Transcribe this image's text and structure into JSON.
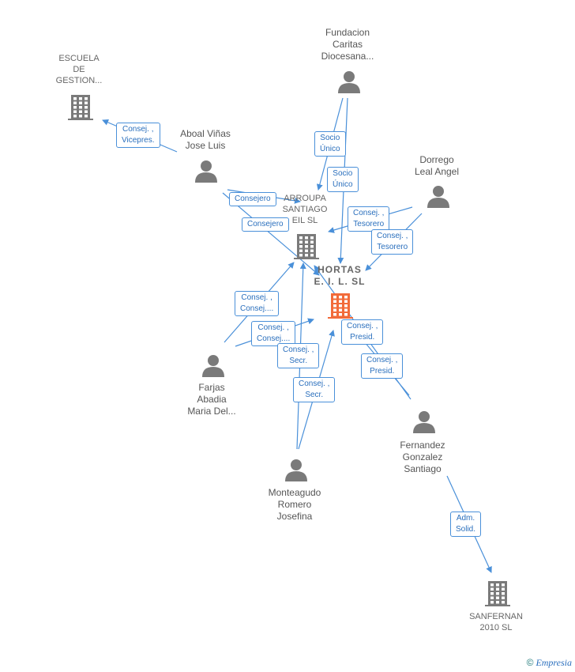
{
  "nodes": {
    "escuela": {
      "lines": [
        "ESCUELA",
        "DE",
        "GESTION..."
      ],
      "type": "company"
    },
    "fundacion": {
      "lines": [
        "Fundacion",
        "Caritas",
        "Diocesana..."
      ],
      "type": "person"
    },
    "aboal": {
      "lines": [
        "Aboal Viñas",
        "Jose Luis"
      ],
      "type": "person"
    },
    "dorrego": {
      "lines": [
        "Dorrego",
        "Leal Angel"
      ],
      "type": "person"
    },
    "arroupa": {
      "lines": [
        "ARROUPA",
        "SANTIAGO",
        "EIL  SL"
      ],
      "type": "company"
    },
    "hortas": {
      "lines": [
        "HORTAS",
        "E.  I.  L.  SL"
      ],
      "type": "focus"
    },
    "farjas": {
      "lines": [
        "Farjas",
        "Abadia",
        "Maria Del..."
      ],
      "type": "person"
    },
    "monteagudo": {
      "lines": [
        "Monteagudo",
        "Romero",
        "Josefina"
      ],
      "type": "person"
    },
    "fernandez": {
      "lines": [
        "Fernandez",
        "Gonzalez",
        "Santiago"
      ],
      "type": "person"
    },
    "sanfernan": {
      "lines": [
        "SANFERNAN",
        "2010 SL"
      ],
      "type": "company"
    }
  },
  "edge_labels": [
    {
      "id": "aboal-escuela",
      "lines": [
        "Consej. ,",
        "Vicepres."
      ]
    },
    {
      "id": "fundacion-arroupa",
      "lines": [
        "Socio",
        "Único"
      ]
    },
    {
      "id": "fundacion-hortas",
      "lines": [
        "Socio",
        "Único"
      ]
    },
    {
      "id": "aboal-arroupa",
      "lines": [
        "Consejero"
      ]
    },
    {
      "id": "aboal-hortas",
      "lines": [
        "Consejero"
      ]
    },
    {
      "id": "dorrego-arroupa",
      "lines": [
        "Consej. ,",
        "Tesorero"
      ]
    },
    {
      "id": "dorrego-hortas",
      "lines": [
        "Consej. ,",
        "Tesorero"
      ]
    },
    {
      "id": "farjas-arroupa",
      "lines": [
        "Consej. ,",
        "Consej...."
      ]
    },
    {
      "id": "farjas-hortas",
      "lines": [
        "Consej. ,",
        "Consej...."
      ]
    },
    {
      "id": "monteagudo-arroupa",
      "lines": [
        "Consej. ,",
        "Secr."
      ]
    },
    {
      "id": "monteagudo-hortas",
      "lines": [
        "Consej. ,",
        "Secr."
      ]
    },
    {
      "id": "fernandez-arroupa",
      "lines": [
        "Consej. ,",
        "Presid."
      ]
    },
    {
      "id": "fernandez-hortas",
      "lines": [
        "Consej. ,",
        "Presid."
      ]
    },
    {
      "id": "fernandez-sanfernan",
      "lines": [
        "Adm.",
        "Solid."
      ]
    }
  ],
  "colors": {
    "edge": "#4a90d9",
    "icon_gray": "#7a7a7a",
    "focus_orange": "#f26b3a"
  },
  "brand": {
    "copyright": "©",
    "name": "Empresia"
  }
}
